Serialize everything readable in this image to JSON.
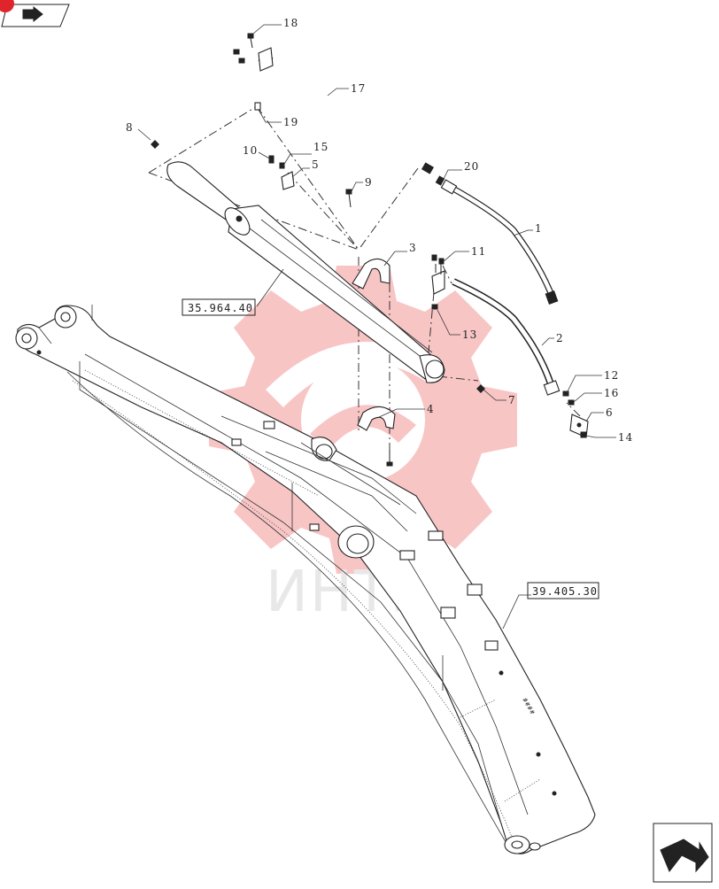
{
  "callouts": [
    {
      "id": "18",
      "label": "18"
    },
    {
      "id": "17",
      "label": "17"
    },
    {
      "id": "19",
      "label": "19"
    },
    {
      "id": "8",
      "label": "8"
    },
    {
      "id": "10",
      "label": "10"
    },
    {
      "id": "15",
      "label": "15"
    },
    {
      "id": "5",
      "label": "5"
    },
    {
      "id": "20",
      "label": "20"
    },
    {
      "id": "9",
      "label": "9"
    },
    {
      "id": "1",
      "label": "1"
    },
    {
      "id": "3",
      "label": "3"
    },
    {
      "id": "11",
      "label": "11"
    },
    {
      "id": "2",
      "label": "2"
    },
    {
      "id": "13",
      "label": "13"
    },
    {
      "id": "12",
      "label": "12"
    },
    {
      "id": "16",
      "label": "16"
    },
    {
      "id": "6",
      "label": "6"
    },
    {
      "id": "14",
      "label": "14"
    },
    {
      "id": "7",
      "label": "7"
    },
    {
      "id": "4",
      "label": "4"
    }
  ],
  "references": {
    "cylinder_ref": "35.964.40",
    "boom_ref": "39.405.30"
  },
  "watermark": {
    "text": "ИНТЕХ",
    "color": "#f0a0a0"
  },
  "nav": {
    "top_icon": "nav-arrow-icon",
    "bottom_icon": "next-page-arrow-icon"
  }
}
